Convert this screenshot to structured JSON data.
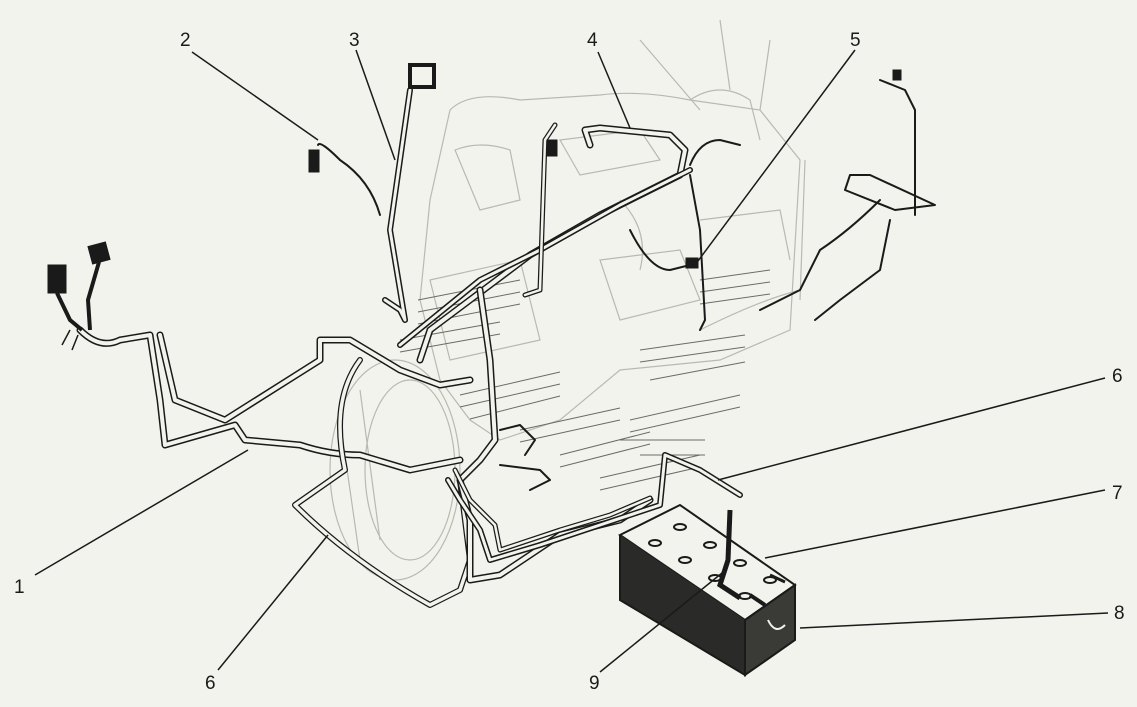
{
  "diagram": {
    "callouts": [
      {
        "id": "c1",
        "label": "1"
      },
      {
        "id": "c2",
        "label": "2"
      },
      {
        "id": "c3",
        "label": "3"
      },
      {
        "id": "c4",
        "label": "4"
      },
      {
        "id": "c5",
        "label": "5"
      },
      {
        "id": "c6a",
        "label": "6"
      },
      {
        "id": "c6b",
        "label": "6"
      },
      {
        "id": "c7",
        "label": "7"
      },
      {
        "id": "c8",
        "label": "8"
      },
      {
        "id": "c9",
        "label": "9"
      }
    ],
    "colors": {
      "background": "#f2f3ec",
      "ink": "#1a1a1a",
      "faint_ink": "#b8bab2"
    }
  }
}
